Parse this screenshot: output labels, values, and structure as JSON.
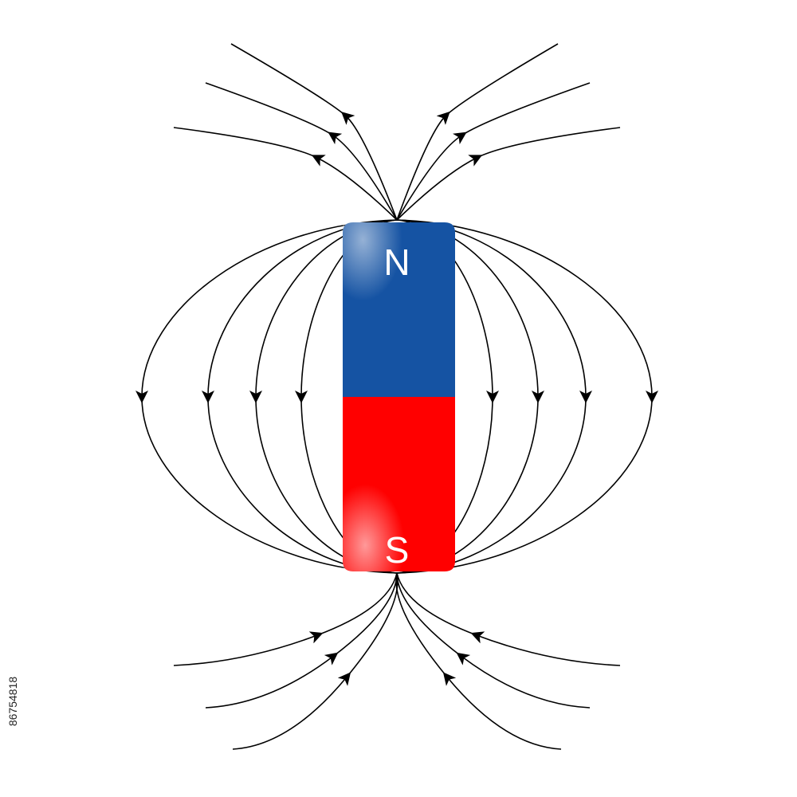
{
  "magnet": {
    "north_label": "N",
    "south_label": "S",
    "north_color": "#1553a3",
    "south_color": "#ff0000"
  },
  "field_lines": {
    "stroke_color": "#000000",
    "arrow_direction": "north-to-south"
  },
  "stock_id": "86754818"
}
